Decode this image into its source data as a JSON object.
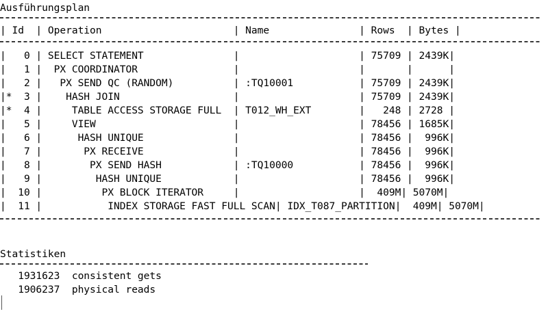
{
  "page": {
    "plan_heading": "Ausführungsplan",
    "stats_heading": "Statistiken"
  },
  "plan_table": {
    "header_line": "| Id  | Operation                      | Name               | Rows  | Bytes |",
    "columns": [
      "Id",
      "Operation",
      "Name",
      "Rows",
      "Bytes"
    ],
    "rows": [
      {
        "line": "|   0 | SELECT STATEMENT               |                    | 75709 | 2439K|",
        "mark": "",
        "id": "0",
        "operation": "SELECT STATEMENT",
        "name": "",
        "rows": "75709",
        "bytes": "2439K"
      },
      {
        "line": "|   1 |  PX COORDINATOR                |                    |       |      |",
        "mark": "",
        "id": "1",
        "operation": "PX COORDINATOR",
        "name": "",
        "rows": "",
        "bytes": ""
      },
      {
        "line": "|   2 |   PX SEND QC (RANDOM)          | :TQ10001           | 75709 | 2439K|",
        "mark": "",
        "id": "2",
        "operation": "PX SEND QC (RANDOM)",
        "name": ":TQ10001",
        "rows": "75709",
        "bytes": "2439K"
      },
      {
        "line": "|*  3 |    HASH JOIN                   |                    | 75709 | 2439K|",
        "mark": "*",
        "id": "3",
        "operation": "HASH JOIN",
        "name": "",
        "rows": "75709",
        "bytes": "2439K"
      },
      {
        "line": "|*  4 |     TABLE ACCESS STORAGE FULL  | T012_WH_EXT        |   248 | 2728 |",
        "mark": "*",
        "id": "4",
        "operation": "TABLE ACCESS STORAGE FULL",
        "name": "T012_WH_EXT",
        "rows": "248",
        "bytes": "2728"
      },
      {
        "line": "|   5 |     VIEW                       |                    | 78456 | 1685K|",
        "mark": "",
        "id": "5",
        "operation": "VIEW",
        "name": "",
        "rows": "78456",
        "bytes": "1685K"
      },
      {
        "line": "|   6 |      HASH UNIQUE               |                    | 78456 |  996K|",
        "mark": "",
        "id": "6",
        "operation": "HASH UNIQUE",
        "name": "",
        "rows": "78456",
        "bytes": "996K"
      },
      {
        "line": "|   7 |       PX RECEIVE               |                    | 78456 |  996K|",
        "mark": "",
        "id": "7",
        "operation": "PX RECEIVE",
        "name": "",
        "rows": "78456",
        "bytes": "996K"
      },
      {
        "line": "|   8 |        PX SEND HASH            | :TQ10000           | 78456 |  996K|",
        "mark": "",
        "id": "8",
        "operation": "PX SEND HASH",
        "name": ":TQ10000",
        "rows": "78456",
        "bytes": "996K"
      },
      {
        "line": "|   9 |         HASH UNIQUE            |                    | 78456 |  996K|",
        "mark": "",
        "id": "9",
        "operation": "HASH UNIQUE",
        "name": "",
        "rows": "78456",
        "bytes": "996K"
      },
      {
        "line": "|  10 |          PX BLOCK ITERATOR     |                    |  409M| 5070M|",
        "mark": "",
        "id": "10",
        "operation": "PX BLOCK ITERATOR",
        "name": "",
        "rows": "409M",
        "bytes": "5070M"
      },
      {
        "line": "|  11 |           INDEX STORAGE FAST FULL SCAN| IDX_T087_PARTITION|  409M| 5070M|",
        "mark": "",
        "id": "11",
        "operation": "INDEX STORAGE FAST FULL SCAN",
        "name": "IDX_T087_PARTITION",
        "rows": "409M",
        "bytes": "5070M"
      }
    ]
  },
  "statistics": {
    "rows": [
      {
        "line": "   1931623  consistent gets",
        "value": "1931623",
        "label": "consistent gets"
      },
      {
        "line": "   1906237  physical reads",
        "value": "1906237",
        "label": "physical reads"
      }
    ]
  }
}
